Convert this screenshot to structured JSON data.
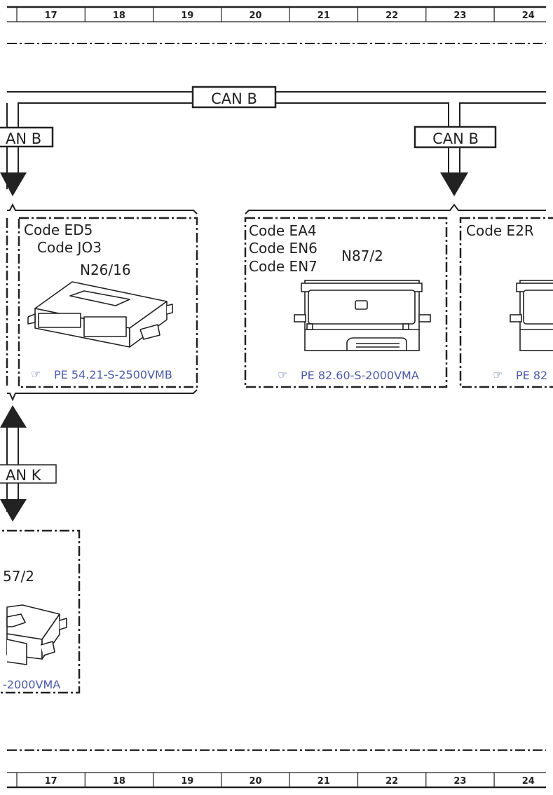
{
  "grid_columns": [
    "17",
    "18",
    "19",
    "20",
    "21",
    "22",
    "23",
    "24"
  ],
  "buses": {
    "top_main": "CAN B",
    "left_branch": "AN B",
    "right_branch": "CAN B",
    "lower_left": "AN K"
  },
  "modules": {
    "ed5": {
      "codes": [
        "Code ED5",
        "Code JO3"
      ],
      "component": "N26/16",
      "ref": "PE 54.21-S-2500VMB"
    },
    "ea4": {
      "codes": [
        "Code EA4",
        "Code EN6",
        "Code EN7"
      ],
      "component": "N87/2",
      "ref": "PE 82.60-S-2000VMA"
    },
    "e2r": {
      "codes": [
        "Code E2R"
      ],
      "ref": "PE 82"
    },
    "lower": {
      "component": "57/2",
      "ref": "-2000VMA"
    }
  },
  "icons": [
    "hand-pointer-icon"
  ]
}
